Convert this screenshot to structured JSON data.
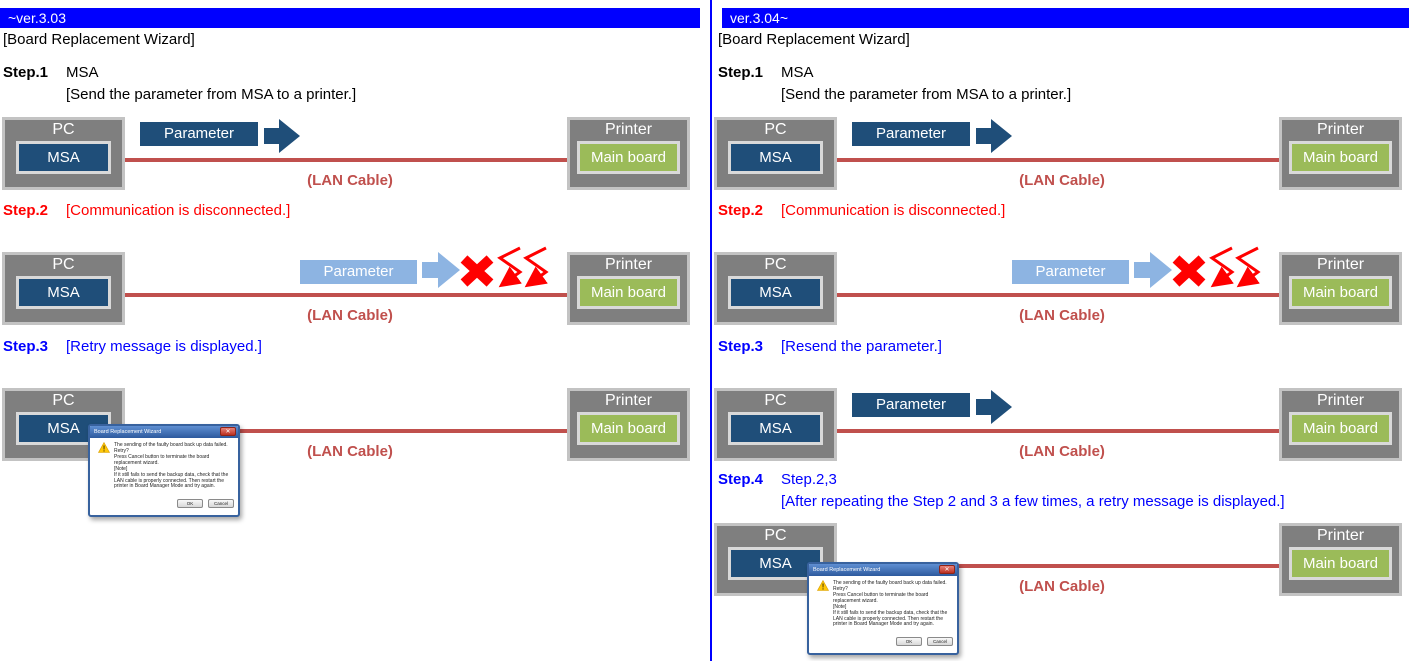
{
  "shared": {
    "pc_label": "PC",
    "msa_label": "MSA",
    "printer_label": "Printer",
    "main_board_label": "Main board",
    "parameter_label": "Parameter",
    "lan_cable_label": "(LAN Cable)"
  },
  "left_panel": {
    "version_header": "~ver.3.03",
    "wizard_title": "[Board Replacement Wizard]",
    "step1": {
      "label": "Step.1",
      "title": "MSA",
      "description": "[Send the parameter from MSA to a printer.]"
    },
    "step2": {
      "label": "Step.2",
      "description": "[Communication is disconnected.]"
    },
    "step3": {
      "label": "Step.3",
      "description": "[Retry message is displayed.]"
    }
  },
  "right_panel": {
    "version_header": "ver.3.04~",
    "wizard_title": "[Board Replacement Wizard]",
    "step1": {
      "label": "Step.1",
      "title": "MSA",
      "description": "[Send the parameter from MSA to a printer.]"
    },
    "step2": {
      "label": "Step.2",
      "description": "[Communication is disconnected.]"
    },
    "step3": {
      "label": "Step.3",
      "description": "[Resend the parameter.]"
    },
    "step4": {
      "label": "Step.4",
      "title": "Step.2,3",
      "description": "[After repeating the Step 2 and 3 a few times, a retry message is displayed.]"
    }
  },
  "dialog": {
    "title": "Board Replacement Wizard",
    "message_line1": "The sending of the faulty board back up data failed. Retry?",
    "message_line2": "Press Cancel button to terminate the board replacement wizard.",
    "note_label": "[Note]",
    "note_text": "If it still fails to send the backup data, check that the LAN cable is properly connected. Then restart the printer in Board Manager Mode and try again.",
    "ok_button": "OK",
    "cancel_button": "Cancel"
  },
  "icons": {
    "close_glyph": "✕",
    "warning_glyph": "!"
  },
  "colors": {
    "header_bar": "#0000ff",
    "divider": "#0000ff",
    "navy_box": "#1f4e79",
    "light_blue_box": "#8db4e2",
    "green_box": "#9bbb59",
    "gray_box": "#7f7f7f",
    "lan_cable_red": "#c0504d",
    "step2_red": "#ff0000",
    "step_blue": "#0000ff",
    "error_red": "#ff0000"
  }
}
